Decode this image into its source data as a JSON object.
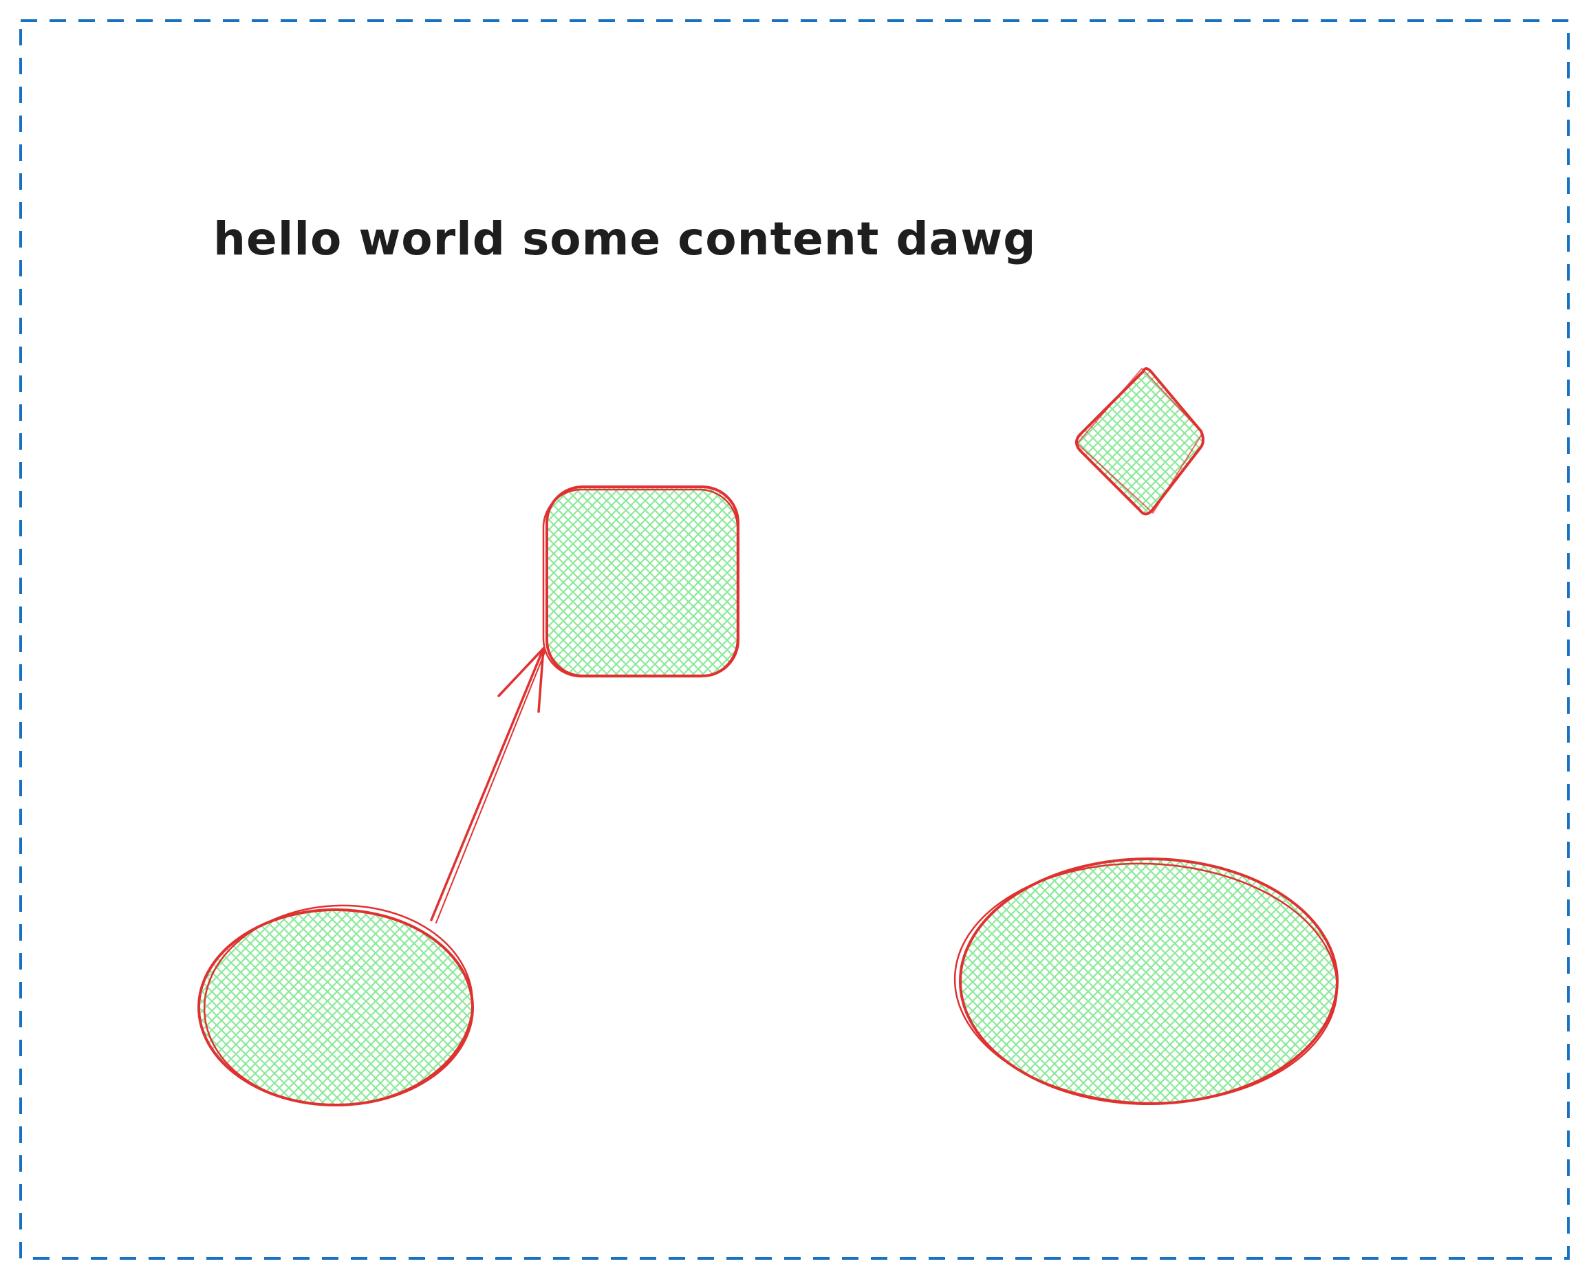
{
  "canvas": {
    "text": "hello world some content dawg"
  },
  "colors": {
    "frame_stroke": "#1971c2",
    "shape_stroke": "#e03131",
    "shape_fill": "#b2f2bb",
    "text": "#1e1e1e",
    "background": "#ffffff"
  },
  "shapes": [
    {
      "kind": "frame",
      "style": "dashed"
    },
    {
      "kind": "rounded-rectangle",
      "fill": "cross-hatch"
    },
    {
      "kind": "diamond",
      "fill": "cross-hatch"
    },
    {
      "kind": "ellipse",
      "fill": "cross-hatch"
    },
    {
      "kind": "ellipse",
      "fill": "cross-hatch"
    },
    {
      "kind": "arrow",
      "from": "ellipse",
      "to": "rounded-rectangle"
    }
  ]
}
